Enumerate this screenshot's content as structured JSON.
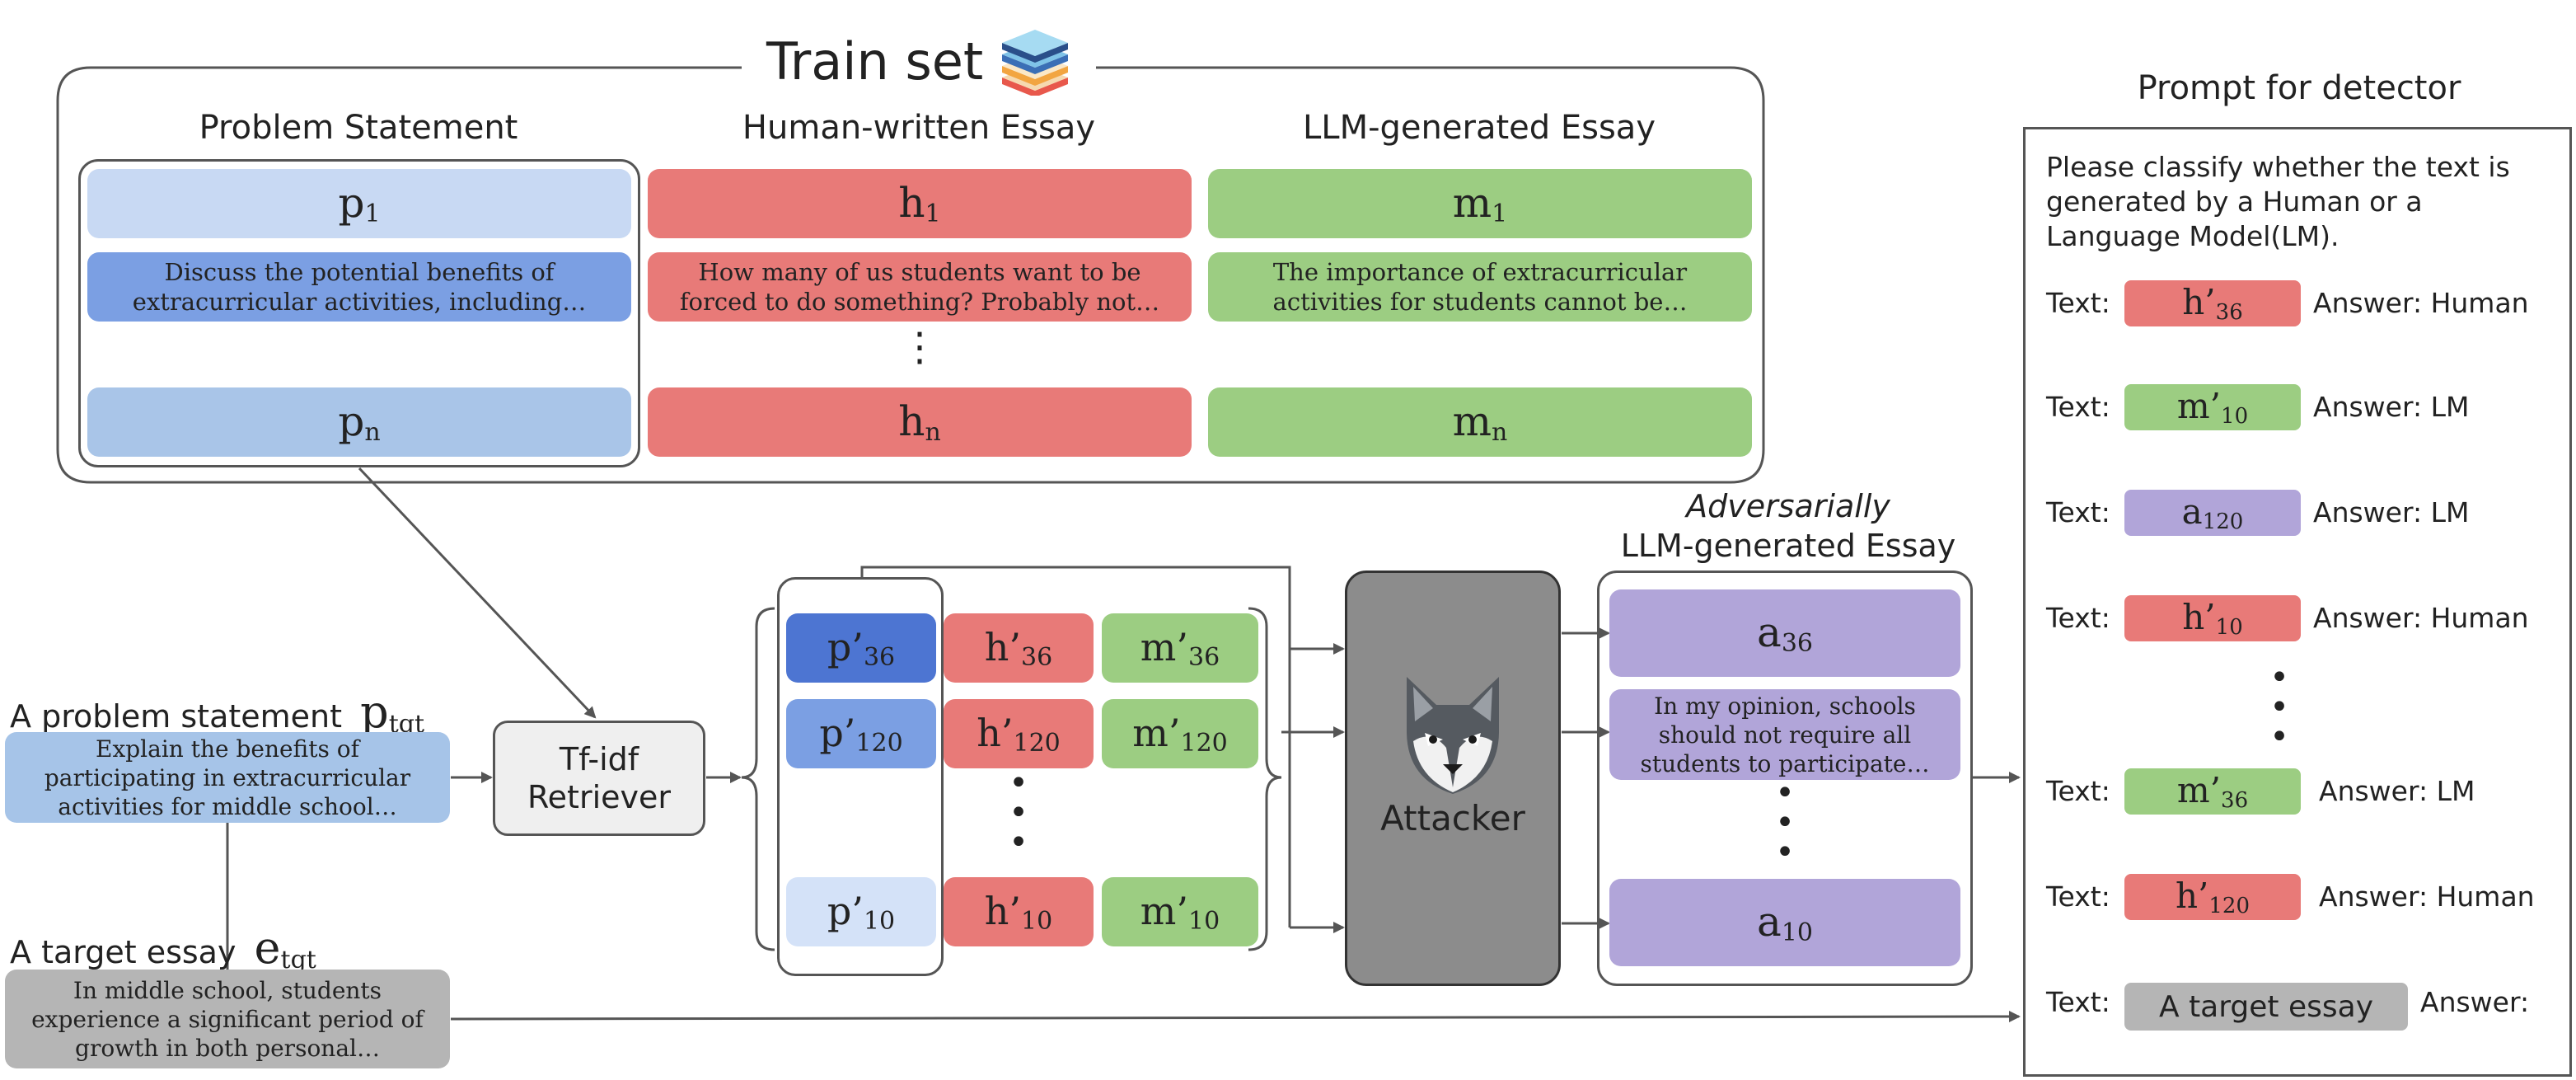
{
  "train_set": {
    "title": "Train set",
    "cols": {
      "problem": "Problem Statement",
      "human": "Human-written Essay",
      "llm": "LLM-generated Essay"
    },
    "p1": {
      "base": "p",
      "sub": "1"
    },
    "pn": {
      "base": "p",
      "sub": "n"
    },
    "h1": {
      "base": "h",
      "sub": "1"
    },
    "hn": {
      "base": "h",
      "sub": "n"
    },
    "m1": {
      "base": "m",
      "sub": "1"
    },
    "mn": {
      "base": "m",
      "sub": "n"
    },
    "p_text": "Discuss the potential benefits of extracurricular activities, including…",
    "h_text": "How many of us students want to be forced to do something? Probably not…",
    "m_text": "The importance of extracurricular activities for students cannot be…",
    "vdots": "⋮"
  },
  "inputs": {
    "problem_label": "A problem statement",
    "problem_sym": {
      "base": "p",
      "sub": "tgt"
    },
    "problem_text": "Explain the benefits of participating in extracurricular activities for middle school…",
    "essay_label": "A target essay",
    "essay_sym": {
      "base": "e",
      "sub": "tgt"
    },
    "essay_text": "In middle school, students experience a significant period of growth in both personal…"
  },
  "retriever": {
    "label": "Tf-idf Retriever"
  },
  "retrieved": {
    "rows": [
      {
        "p": {
          "base": "p’",
          "sub": "36"
        },
        "h": {
          "base": "h’",
          "sub": "36"
        },
        "m": {
          "base": "m’",
          "sub": "36"
        }
      },
      {
        "p": {
          "base": "p’",
          "sub": "120"
        },
        "h": {
          "base": "h’",
          "sub": "120"
        },
        "m": {
          "base": "m’",
          "sub": "120"
        }
      },
      {
        "p": {
          "base": "p’",
          "sub": "10"
        },
        "h": {
          "base": "h’",
          "sub": "10"
        },
        "m": {
          "base": "m’",
          "sub": "10"
        }
      }
    ]
  },
  "attacker": {
    "label": "Attacker",
    "icon": "wolf-icon"
  },
  "adversarial": {
    "title_italic": "Adversarially",
    "title": "LLM-generated Essay",
    "a36": {
      "base": "a",
      "sub": "36"
    },
    "a10": {
      "base": "a",
      "sub": "10"
    },
    "text": "In my opinion, schools should not require all students to participate…"
  },
  "prompt": {
    "title": "Prompt for detector",
    "instruction": "Please classify whether the text is generated by a Human or a Language Model(LM).",
    "text_label": "Text:",
    "rows": [
      {
        "sym": {
          "base": "h’",
          "sub": "36"
        },
        "answer": "Answer: Human",
        "color": "#e87a78"
      },
      {
        "sym": {
          "base": "m’",
          "sub": "10"
        },
        "answer": "Answer: LM",
        "color": "#9ccd82"
      },
      {
        "sym": {
          "base": "a",
          "sub": "120"
        },
        "answer": "Answer: LM",
        "color": "#b1a5d9"
      },
      {
        "sym": {
          "base": "h’",
          "sub": "10"
        },
        "answer": "Answer: Human",
        "color": "#e87a78"
      },
      {
        "sym": {
          "base": "m’",
          "sub": "36"
        },
        "answer": "Answer: LM",
        "color": "#9ccd82"
      },
      {
        "sym": {
          "base": "h’",
          "sub": "120"
        },
        "answer": "Answer: Human",
        "color": "#e87a78"
      }
    ],
    "target_box": "A target essay",
    "target_answer": "Answer:"
  },
  "colors": {
    "problem_light": "#c8d9f3",
    "problem_mid": "#a9c5e8",
    "problem_dark": "#7b9fe3",
    "human": "#e87a78",
    "llm": "#9ccd82",
    "adversarial": "#b1a5d9",
    "target": "#b5b5b5",
    "attacker": "#8c8c8c"
  }
}
